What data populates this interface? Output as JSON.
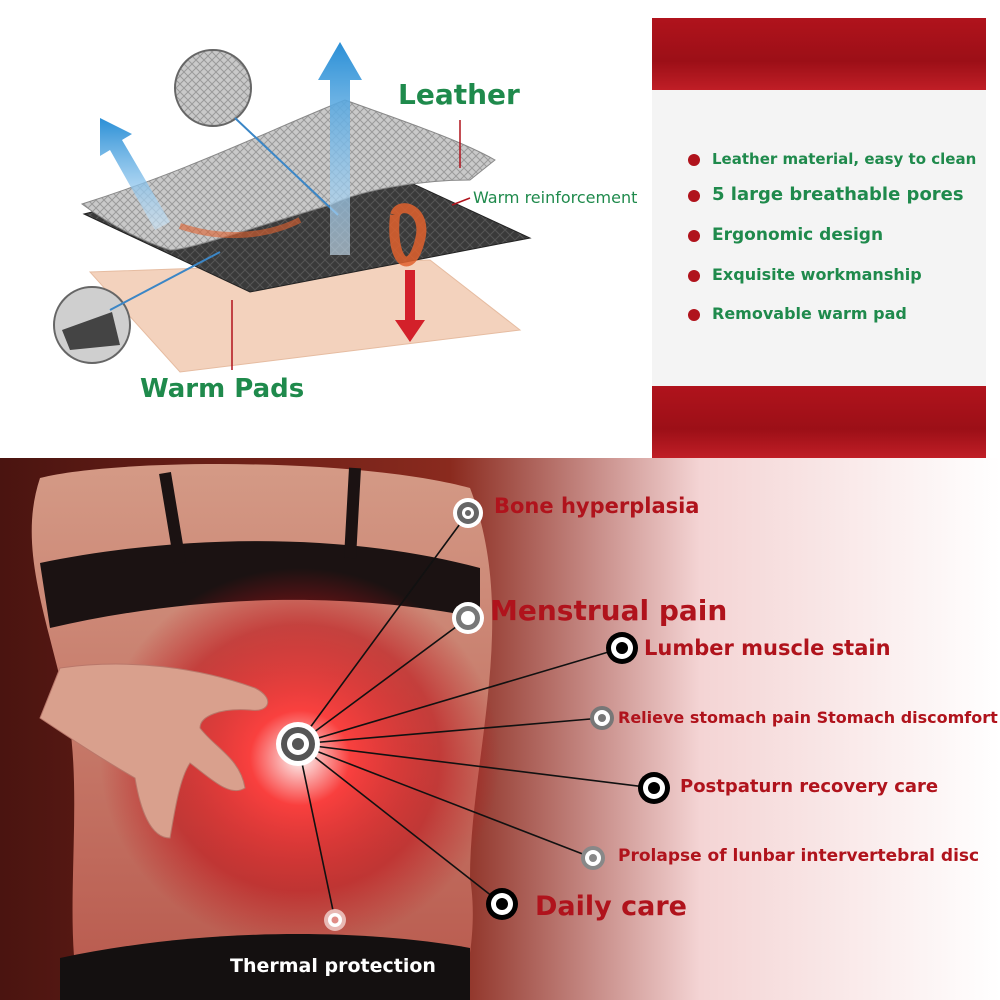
{
  "diagram": {
    "leather_label": "Leather",
    "warm_reinforcement_label": "Warm reinforcement",
    "warm_pads_label": "Warm Pads"
  },
  "features": {
    "items": [
      "Leather material, easy to clean",
      "5 large breathable pores",
      "Ergonomic design",
      "Exquisite workmanship",
      "Removable warm pad"
    ]
  },
  "body_map": {
    "callouts": [
      "Bone hyperplasia",
      "Menstrual pain",
      "Lumber muscle stain",
      "Relieve stomach pain Stomach discomfort",
      "Postpaturn recovery care",
      "Prolapse of lunbar intervertebral disc",
      "Daily care"
    ],
    "bottom_label": "Thermal protection"
  },
  "colors": {
    "accent_green": "#1f8a4c",
    "accent_red": "#b0131c"
  }
}
